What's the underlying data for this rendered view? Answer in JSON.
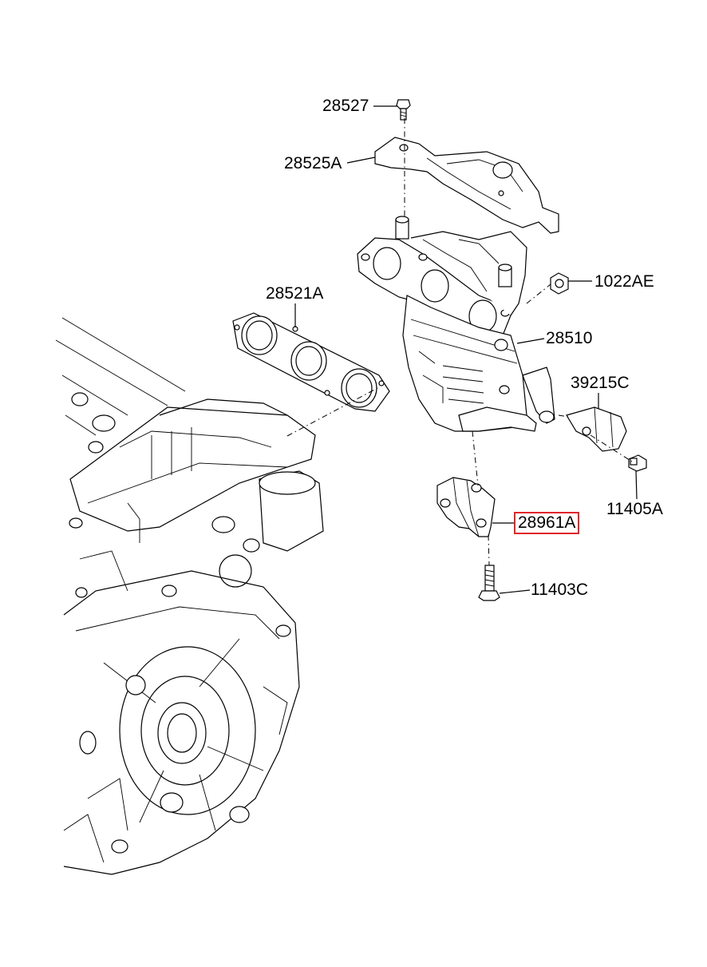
{
  "labels": {
    "p28527": "28527",
    "p28525A": "28525A",
    "p28521A": "28521A",
    "p1022AE": "1022AE",
    "p28510": "28510",
    "p39215C": "39215C",
    "p11405A": "11405A",
    "p28961A": "28961A",
    "p11403C": "11403C"
  },
  "highlight": {
    "part": "28961A",
    "color": "#e0262a"
  }
}
